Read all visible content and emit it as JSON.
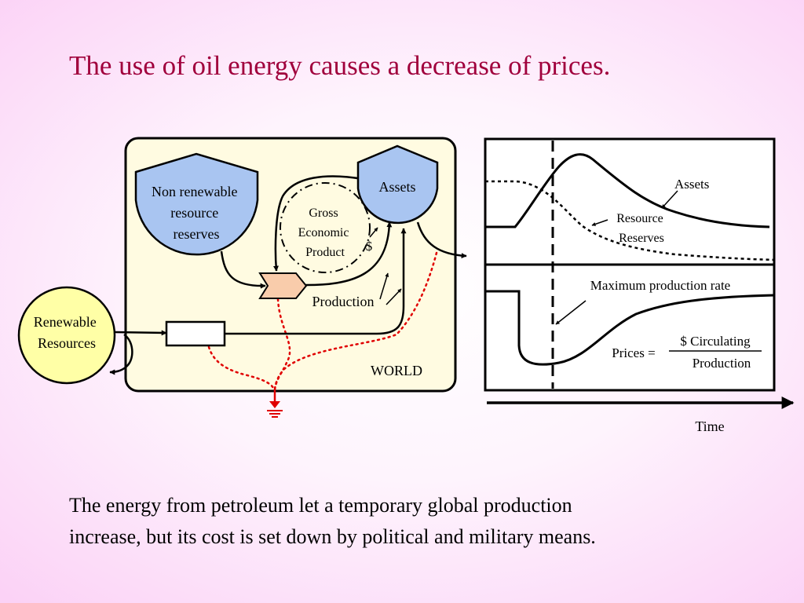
{
  "title": "The use of oil energy causes a decrease of prices.",
  "world_diagram": {
    "nonrenewable_label": [
      "Non renewable",
      "resource",
      "reserves"
    ],
    "assets_label": "Assets",
    "gep_label": [
      "Gross",
      "Economic",
      "Product"
    ],
    "dollar_label": "$",
    "production_label": "Production",
    "renewable_label": [
      "Renewable",
      "Resources"
    ],
    "world_label": "WORLD"
  },
  "time_graph": {
    "assets_label": "Assets",
    "reserves_label": [
      "Resource",
      "Reserves"
    ],
    "max_rate_label": "Maximum production rate",
    "prices_label": "Prices =",
    "prices_numerator": "$ Circulating",
    "prices_denominator": "Production",
    "time_label": "Time"
  },
  "caption": [
    "The energy from petroleum let a temporary global production",
    "increase, but its cost is set down by political and military means."
  ],
  "colors": {
    "title": "#a0003c",
    "world_fill": "#fffbe1",
    "tank_fill": "#a9c5f1",
    "renewable_fill": "#ffffa6",
    "interaction_fill": "#f9ccab",
    "heat_sink": "#e00000"
  }
}
